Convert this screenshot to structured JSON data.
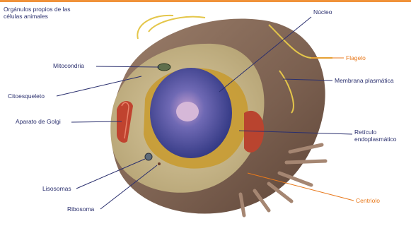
{
  "title": "Orgánulos propios de las células animales",
  "labels": {
    "nucleo": "Núcleo",
    "flagelo": "Flagelo",
    "membrana": "Membrana plasmática",
    "mitocondria": "Mitocondria",
    "citoesqueleto": "Citoesqueleto",
    "golgi": "Aparato de Golgi",
    "reticulo_l1": "Retículo",
    "reticulo_l2": "endoplasmático",
    "lisosomas": "Lisosomas",
    "ribosoma": "Ribosoma",
    "centriolo": "Centriolo"
  },
  "colors": {
    "label_blue": "#2a2f6e",
    "label_orange": "#e8791c",
    "leader_blue": "#2a2f6e",
    "leader_orange": "#e8791c",
    "top_rule": "#f0923a"
  }
}
